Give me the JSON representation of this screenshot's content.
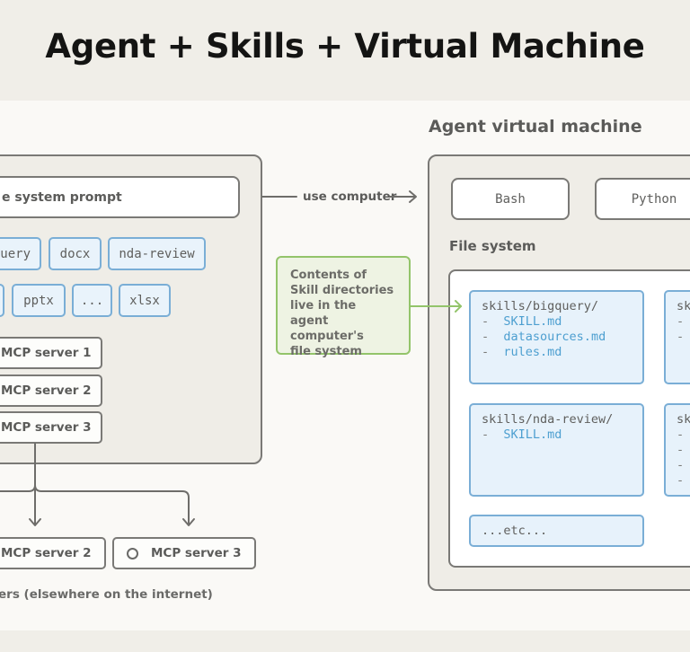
{
  "title": "Agent + Skills + Virtual Machine",
  "agent_panel": {
    "system_prompt_label": "e system prompt",
    "skills_row1": [
      "uery",
      "docx",
      "nda-review"
    ],
    "skills_row2": [
      "",
      "pptx",
      "...",
      "xlsx"
    ],
    "mcp_servers": [
      "MCP server 1",
      "MCP server 2",
      "MCP server 3"
    ]
  },
  "connector": {
    "use_computer_label": "use computer"
  },
  "note": {
    "lines": [
      "Contents of",
      "Skill directories",
      "live in the",
      "agent computer's",
      "file system"
    ]
  },
  "remote": {
    "servers": [
      "MCP server 2",
      "MCP server 3"
    ],
    "caption": "ers (elsewhere on the internet)"
  },
  "vm": {
    "title": "Agent virtual machine",
    "tools": [
      "Bash",
      "Python"
    ],
    "file_system_label": "File system",
    "directories": [
      {
        "path": "skills/bigquery/",
        "files": [
          "SKILL.md",
          "datasources.md",
          "rules.md"
        ]
      },
      {
        "path": "sk",
        "files": [
          "",
          ""
        ]
      },
      {
        "path": "skills/nda-review/",
        "files": [
          "SKILL.md"
        ]
      },
      {
        "path": "sk",
        "files": [
          "",
          "",
          "",
          ""
        ]
      }
    ],
    "etc_label": "...etc...",
    "dash": "-"
  },
  "colors": {
    "skill_border": "#7aaed6",
    "skill_fill": "#e9f3fb",
    "note_border": "#93c46a",
    "file_text": "#4d9fd0",
    "outline": "#7a7976"
  }
}
